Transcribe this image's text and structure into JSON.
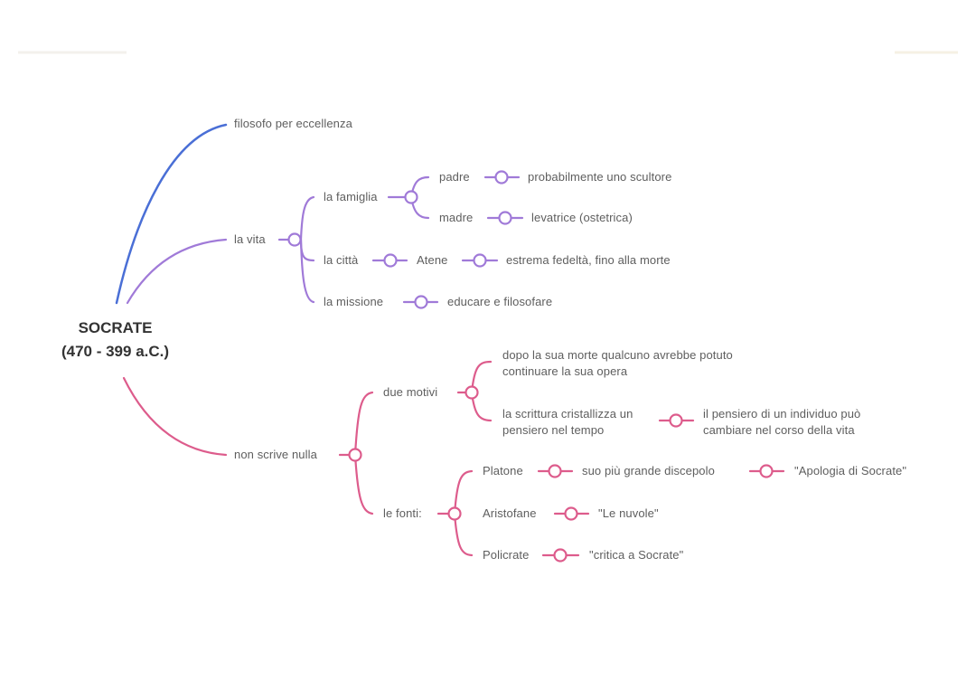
{
  "root": {
    "line1": "SOCRATE",
    "line2": "(470 - 399 a.C.)"
  },
  "colors": {
    "blue_branch": "#4a6fd6",
    "purple_branch": "#a07ad8",
    "pink_branch": "#dd5c8c"
  },
  "branches": {
    "filosofo": "filosofo per eccellenza",
    "vita": {
      "label": "la vita",
      "famiglia": {
        "label": "la famiglia",
        "padre": "padre",
        "padre_note": "probabilmente uno scultore",
        "madre": "madre",
        "madre_note": "levatrice (ostetrica)"
      },
      "citta": {
        "label": "la città",
        "atene": "Atene",
        "note": "estrema fedeltà, fino alla morte"
      },
      "missione": {
        "label": "la missione",
        "note": "educare e filosofare"
      }
    },
    "scrive": {
      "label": "non scrive nulla",
      "motivi": {
        "label": "due motivi",
        "m1": "dopo la sua morte qualcuno avrebbe potuto continuare la sua opera",
        "m2": "la scrittura cristallizza un pensiero nel tempo",
        "m2_note": "il pensiero di un individuo può cambiare nel corso della vita"
      },
      "fonti": {
        "label": "le fonti:",
        "platone": "Platone",
        "platone_note": "suo più grande discepolo",
        "platone_work": "\"Apologia di Socrate\"",
        "aristofane": "Aristofane",
        "aristofane_work": "\"Le nuvole\"",
        "policrate": "Policrate",
        "policrate_work": "\"critica a Socrate\""
      }
    }
  }
}
